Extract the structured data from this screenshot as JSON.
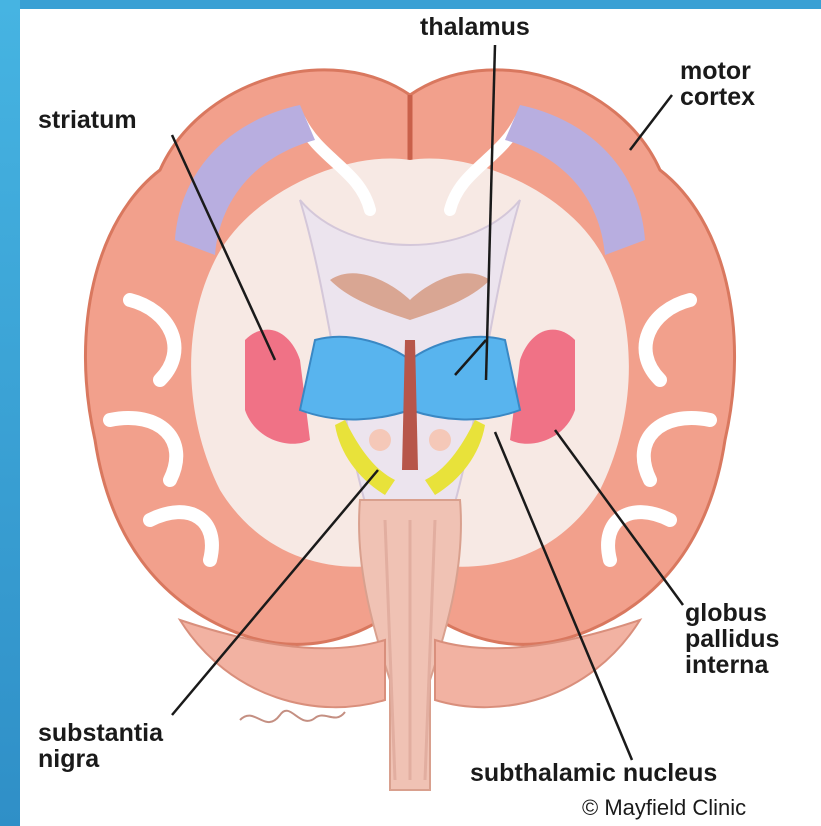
{
  "labels": {
    "thalamus": "thalamus",
    "motor_cortex": [
      "motor",
      "cortex"
    ],
    "striatum": "striatum",
    "globus_pallidus_interna": [
      "globus",
      "pallidus",
      "interna"
    ],
    "substantia_nigra": [
      "substantia",
      "nigra"
    ],
    "subthalamic_nucleus": "subthalamic nucleus"
  },
  "copyright": "© Mayfield Clinic",
  "colors": {
    "background_band": "#3aa0d4",
    "cortex": "#f2a08c",
    "white_matter": "#f7e9e4",
    "motor_cortex": "#b8aee0",
    "thalamus": "#58b4ee",
    "striatum": "#f07286",
    "subthalamic_nucleus": "#e8e23a",
    "brainstem": "#f0c2b4"
  }
}
